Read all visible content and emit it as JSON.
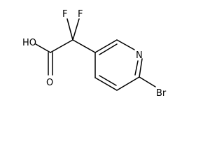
{
  "molecule": {
    "atoms": {
      "hydroxyl": "HO",
      "fluorine_1": "F",
      "fluorine_2": "F",
      "carbonyl_oxygen": "O",
      "ring_nitrogen": "N",
      "bromine": "Br"
    }
  }
}
